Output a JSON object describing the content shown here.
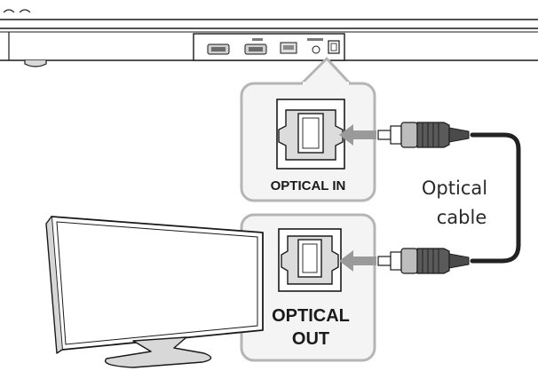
{
  "ports": {
    "optical_in_label": "OPTICAL IN",
    "optical_out_label": "OPTICAL OUT"
  },
  "cable": {
    "label_line1": "Optical",
    "label_line2": "cable"
  },
  "colors": {
    "line": "#1a1a1a",
    "callout_border": "#b5b5b5",
    "callout_fill": "#f4f4f4",
    "arrow": "#9a9a9a",
    "cable": "#222222"
  }
}
